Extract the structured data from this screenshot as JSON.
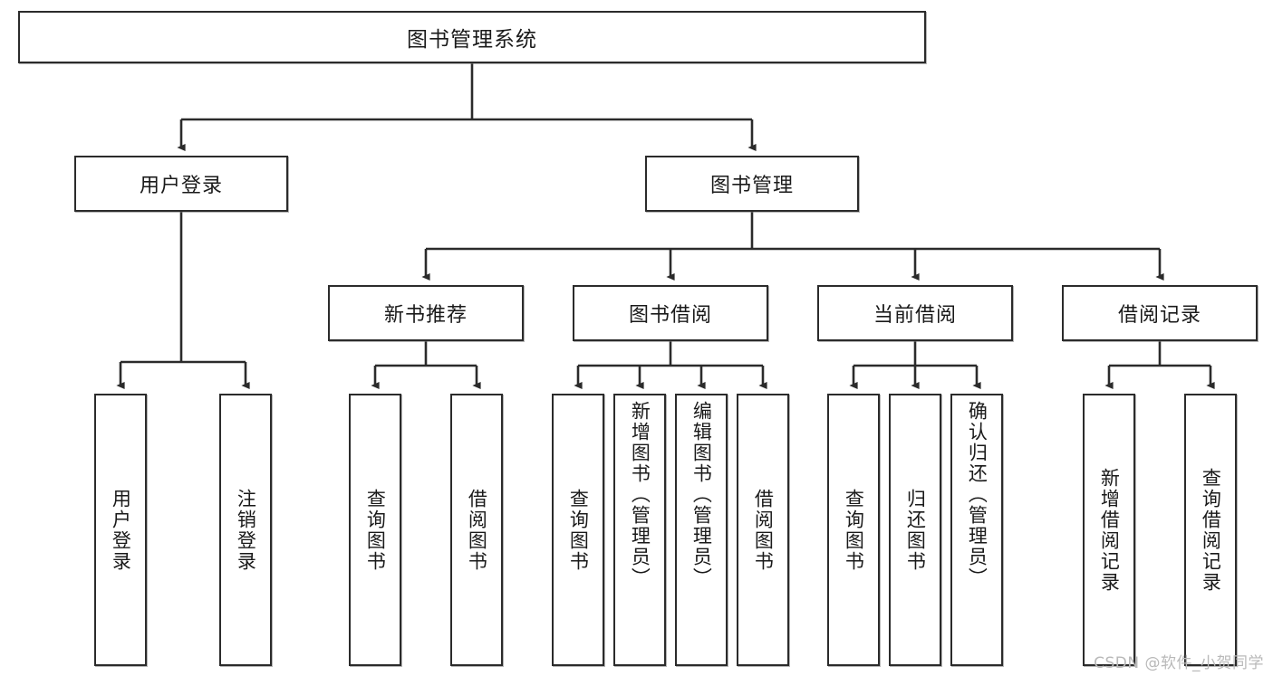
{
  "diagram": {
    "title": "图书管理系统",
    "watermark": "CSDN @软件_小贺同学",
    "nodes": {
      "root": {
        "label": "图书管理系统"
      },
      "level2": [
        {
          "id": "user-login",
          "label": "用户登录"
        },
        {
          "id": "book-management",
          "label": "图书管理"
        }
      ],
      "level3": [
        {
          "id": "new-book-recommend",
          "label": "新书推荐"
        },
        {
          "id": "book-borrow",
          "label": "图书借阅"
        },
        {
          "id": "current-borrow",
          "label": "当前借阅"
        },
        {
          "id": "borrow-record",
          "label": "借阅记录"
        }
      ],
      "leaves": [
        {
          "id": "leaf-user-login",
          "label": "用户登录",
          "parent": "user-login"
        },
        {
          "id": "leaf-logout-login",
          "label": "注销登录",
          "parent": "user-login"
        },
        {
          "id": "leaf-query-book-1",
          "label": "查询图书",
          "parent": "new-book-recommend"
        },
        {
          "id": "leaf-borrow-book-1",
          "label": "借阅图书",
          "parent": "new-book-recommend"
        },
        {
          "id": "leaf-query-book-2",
          "label": "查询图书",
          "parent": "book-borrow"
        },
        {
          "id": "leaf-add-book",
          "label": "新增图书（管理员）",
          "parent": "book-borrow"
        },
        {
          "id": "leaf-edit-book",
          "label": "编辑图书（管理员）",
          "parent": "book-borrow"
        },
        {
          "id": "leaf-borrow-book-2",
          "label": "借阅图书",
          "parent": "book-borrow"
        },
        {
          "id": "leaf-query-book-3",
          "label": "查询图书",
          "parent": "current-borrow"
        },
        {
          "id": "leaf-return-book",
          "label": "归还图书",
          "parent": "current-borrow"
        },
        {
          "id": "leaf-confirm-return",
          "label": "确认归还（管理员）",
          "parent": "current-borrow"
        },
        {
          "id": "leaf-add-record",
          "label": "新增借阅记录",
          "parent": "borrow-record"
        },
        {
          "id": "leaf-query-record",
          "label": "查询借阅记录",
          "parent": "borrow-record"
        }
      ]
    },
    "colors": {
      "border": "#2b2b2b",
      "background": "#ffffff",
      "text": "#1a1a1a",
      "watermark": "#b9b9b9"
    }
  }
}
